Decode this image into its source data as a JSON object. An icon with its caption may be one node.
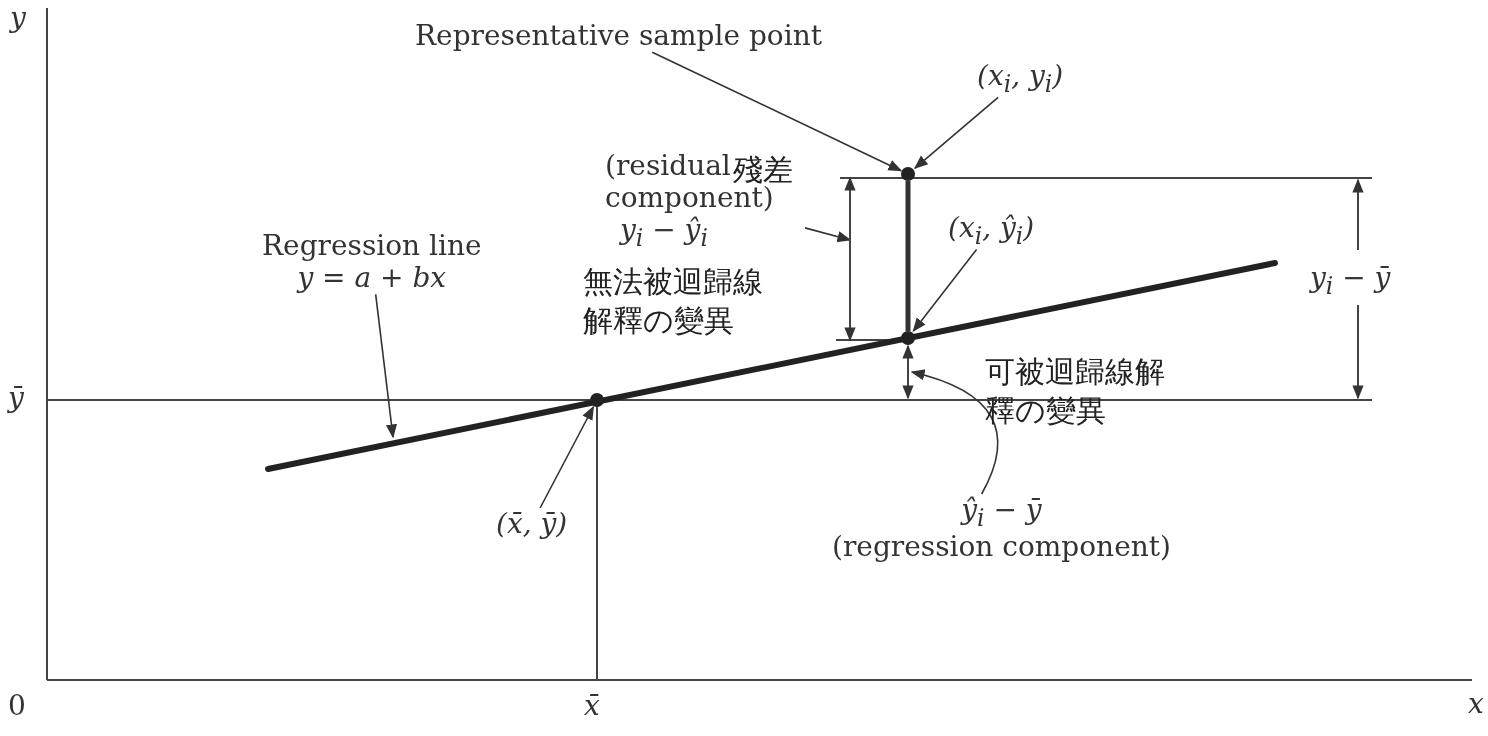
{
  "diagram": {
    "nodes": [
      {
        "text": [
          "Representative sample point"
        ]
      },
      {
        "text": [
          "(x$_{i}$, y$_{i}$)"
        ]
      },
      {
        "text": [],
        "shape": "circle"
      },
      {
        "text": [
          "(residual component)",
          "y$_{i}$ − ŷ$_{i}$"
        ]
      },
      {
        "text": [],
        "shape": "line"
      },
      {
        "text": [
          "(x$_{i}$, ŷ$_{i}$)"
        ]
      },
      {
        "text": [],
        "shape": "circle"
      },
      {
        "text": [
          "Regression line",
          "y = a + bx"
        ]
      },
      {
        "text": [
          "(x̄, ȳ)"
        ]
      },
      {
        "text": [],
        "shape": "circle"
      },
      {
        "text": [
          "ŷ$_{i}$ − ȳ",
          "(regression component)"
        ]
      },
      {
        "text": [],
        "shape": "line"
      }
    ],
    "edges": [
      {
        "from": 0,
        "to": 2,
        "arrow": "to"
      },
      {
        "from": 1,
        "to": 2,
        "arrow": "to"
      },
      {
        "from": 3,
        "to": 4,
        "arrow": "to"
      },
      {
        "from": 5,
        "to": 6,
        "arrow": "to"
      },
      {
        "from": 7,
        "to": null,
        "arrow": "to"
      },
      {
        "from": 8,
        "to": 9,
        "arrow": "to"
      },
      {
        "from": 10,
        "to": 11,
        "arrow": "to"
      },
      {
        "from": 2,
        "to": 6,
        "arrow": "none",
        "style": "thick"
      }
    ],
    "labels": [
      "y",
      "殘差",
      "無法被迴歸線解釋の變異",
      "y$_{i}$ − ȳ",
      "ȳ",
      "可被迴歸線解釋の變異",
      "0",
      "x̄",
      "x"
    ]
  }
}
